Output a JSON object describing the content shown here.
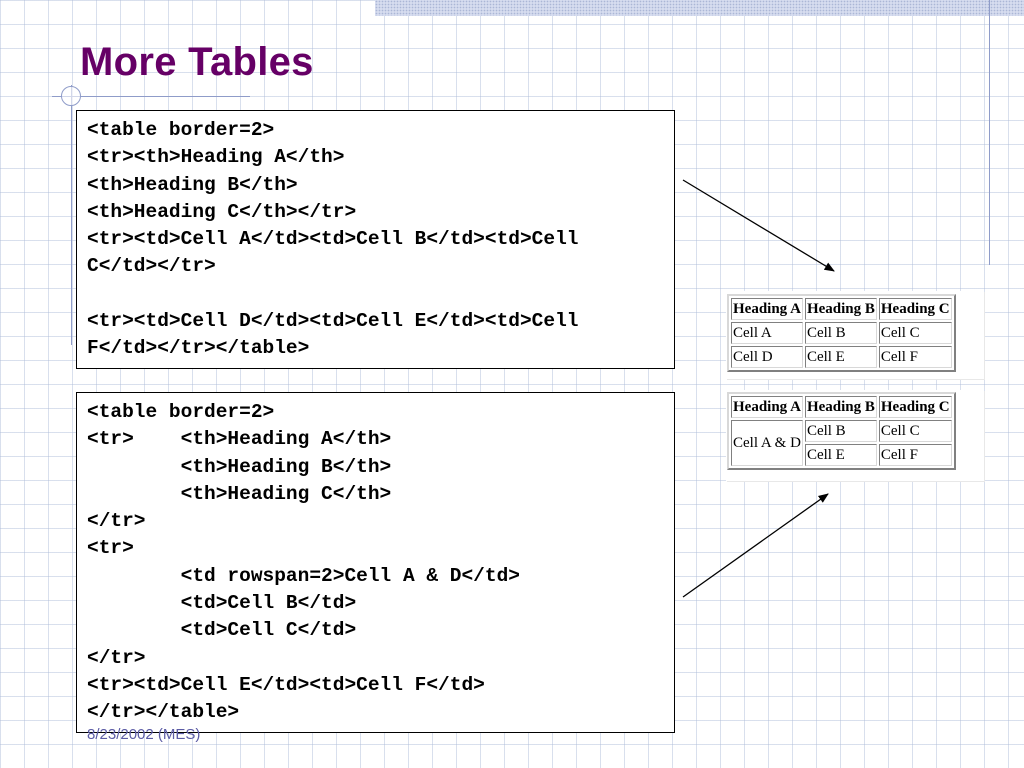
{
  "slide": {
    "title": "More Tables",
    "footer": "8/23/2002 (MES)"
  },
  "code_block_1": {
    "lines": [
      "<table border=2>",
      "<tr><th>Heading A</th>",
      "<th>Heading B</th>",
      "<th>Heading C</th></tr>",
      "<tr><td>Cell A</td><td>Cell B</td><td>Cell",
      "C</td></tr>",
      "",
      "<tr><td>Cell D</td><td>Cell E</td><td>Cell",
      "F</td></tr></table>"
    ]
  },
  "code_block_2": {
    "lines": [
      "<table border=2>",
      "<tr>    <th>Heading A</th>",
      "        <th>Heading B</th>",
      "        <th>Heading C</th>",
      "</tr>",
      "<tr>",
      "        <td rowspan=2>Cell A & D</td>",
      "        <td>Cell B</td>",
      "        <td>Cell C</td>",
      "</tr>",
      "<tr><td>Cell E</td><td>Cell F</td>",
      "</tr></table>"
    ]
  },
  "rendered_table_1": {
    "headers": [
      "Heading A",
      "Heading B",
      "Heading C"
    ],
    "rows": [
      [
        "Cell A",
        "Cell B",
        "Cell C"
      ],
      [
        "Cell D",
        "Cell E",
        "Cell F"
      ]
    ]
  },
  "rendered_table_2": {
    "headers": [
      "Heading A",
      "Heading B",
      "Heading C"
    ],
    "spanning_cell": "Cell A & D",
    "row1": [
      "Cell B",
      "Cell C"
    ],
    "row2": [
      "Cell E",
      "Cell F"
    ]
  },
  "colors": {
    "title": "#660066",
    "footer": "#5b5ba5",
    "grid": "#aab9d7",
    "accent_rule": "#8f9cc9"
  }
}
